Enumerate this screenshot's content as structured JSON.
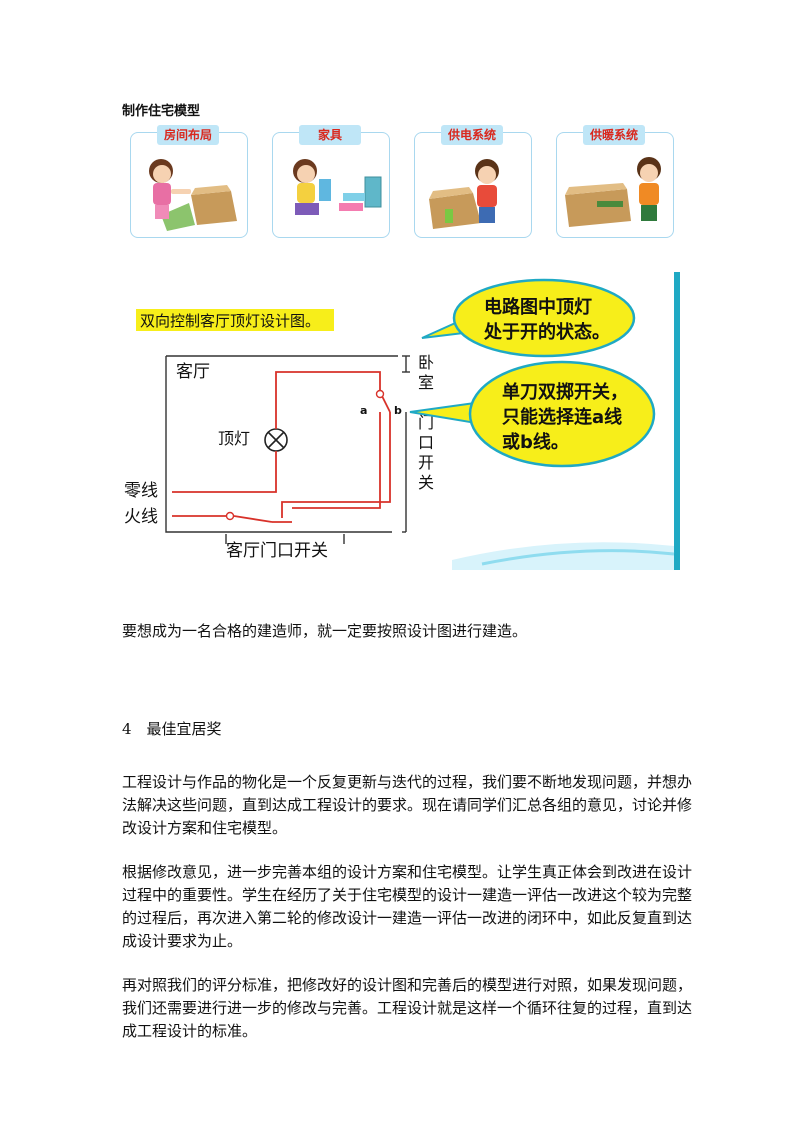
{
  "section_title": "制作住宅模型",
  "cards": [
    {
      "label": "房间布局"
    },
    {
      "label": "家具"
    },
    {
      "label": "供电系统"
    },
    {
      "label": "供暖系统"
    }
  ],
  "diagram": {
    "caption": "双向控制客厅顶灯设计图。",
    "room_label": "客厅",
    "lamp_label": "顶灯",
    "neutral_label": "零线",
    "live_label": "火线",
    "bottom_switch_label": "客厅门口开关",
    "side_switch_label": [
      "卧",
      "室",
      "门",
      "口",
      "开",
      "关"
    ],
    "terminal_a": "a",
    "terminal_b": "b",
    "bubble1": [
      "电路图中顶灯",
      "处于开的状态。"
    ],
    "bubble2": [
      "单刀双掷开关，",
      "只能选择连a线",
      "或b线。"
    ],
    "colors": {
      "wire": "#d8322a",
      "bubble": "#f7ee1a",
      "caption_bg": "#f7ee1a",
      "accent": "#1fa9c4"
    }
  },
  "para1": "要想成为一名合格的建造师，就一定要按照设计图进行建造。",
  "heading": "4　最佳宜居奖",
  "para2": "工程设计与作品的物化是一个反复更新与迭代的过程，我们要不断地发现问题，并想办法解决这些问题，直到达成工程设计的要求。现在请同学们汇总各组的意见，讨论并修改设计方案和住宅模型。",
  "para3": "根据修改意见，进一步完善本组的设计方案和住宅模型。让学生真正体会到改进在设计过程中的重要性。学生在经历了关于住宅模型的设计一建造一评估一改进这个较为完整的过程后，再次进入第二轮的修改设计一建造一评估一改进的闭环中，如此反复直到达成设计要求为止。",
  "para4": "再对照我们的评分标准，把修改好的设计图和完善后的模型进行对照，如果发现问题，我们还需要进行进一步的修改与完善。工程设计就是这样一个循环往复的过程，直到达成工程设计的标准。"
}
